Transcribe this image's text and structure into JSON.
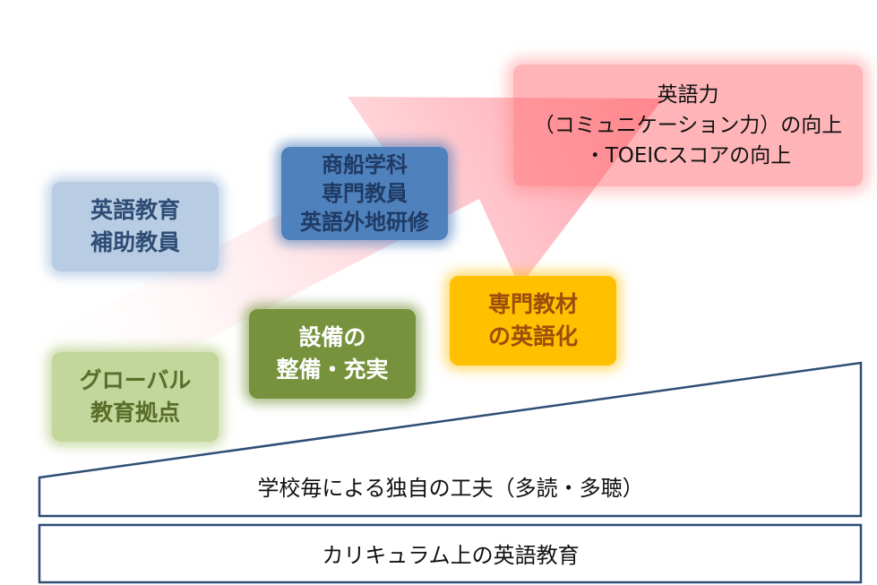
{
  "blue_boxes": {
    "english_assistant": {
      "lines": [
        "英語教育",
        "補助教員"
      ]
    },
    "merchant_ship": {
      "lines": [
        "商船学科",
        "専門教員",
        "英語外地研修"
      ]
    }
  },
  "green_boxes": {
    "global_hub": {
      "lines": [
        "グローバル",
        "教育拠点"
      ]
    },
    "facility": {
      "lines": [
        "設備の",
        "整備・充実"
      ]
    }
  },
  "orange_box": {
    "materials": {
      "lines": [
        "専門教材",
        "の英語化"
      ]
    }
  },
  "goal_box": {
    "lines": [
      "英語力",
      "（コミュニケーション力）の向上",
      "・TOEICスコアの向上"
    ]
  },
  "base": {
    "wedge_label": "学校毎による独自の工夫（多読・多聴）",
    "curriculum_label": "カリキュラム上の英語教育"
  },
  "colors": {
    "arrow": "#ff8f9a",
    "goal": "#ff7b82",
    "blue_light": "#b8cce4",
    "blue_dark": "#4f81bd",
    "green_light": "#c3d69b",
    "green_dark": "#76923c",
    "orange": "#ffc000",
    "frame": "#2f4d75"
  }
}
